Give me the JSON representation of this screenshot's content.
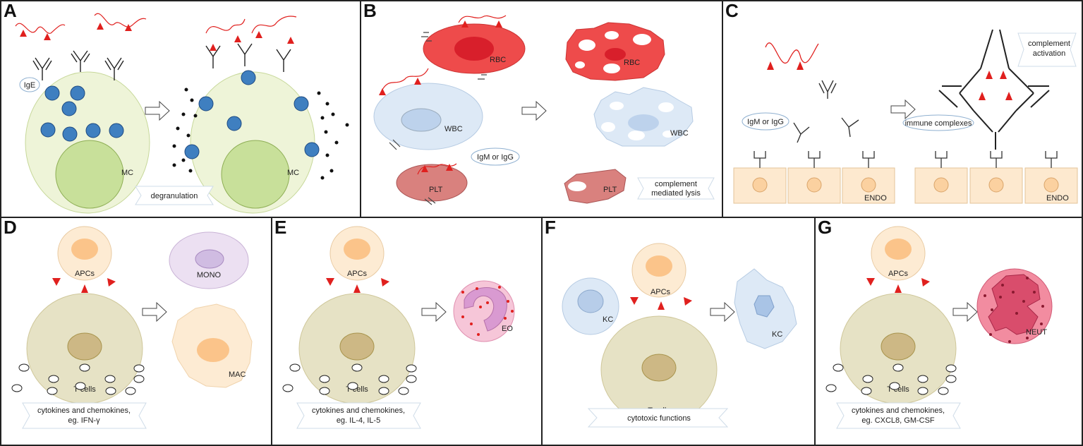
{
  "panels": {
    "A": {
      "letter": "A",
      "cell_label_left": "MC",
      "cell_label_right": "MC",
      "antibody_label": "IgE",
      "process_label": "degranulation"
    },
    "B": {
      "letter": "B",
      "rbc": "RBC",
      "rbc_after": "RBC",
      "wbc": "WBC",
      "wbc_after": "WBC",
      "plt": "PLT",
      "plt_after": "PLT",
      "antibody_label": "IgM or IgG",
      "process_label_1": "complement",
      "process_label_2": "mediated lysis"
    },
    "C": {
      "letter": "C",
      "antibody_label": "IgM or IgG",
      "complex_label": "immune complexes",
      "activation_1": "complement",
      "activation_2": "activation",
      "endo_left": "ENDO",
      "endo_right": "ENDO"
    },
    "D": {
      "letter": "D",
      "apc": "APCs",
      "tcell": "T cells",
      "mono": "MONO",
      "mac": "MAC",
      "footer_1": "cytokines and chemokines,",
      "footer_2": "eg. IFN-γ"
    },
    "E": {
      "letter": "E",
      "apc": "APCs",
      "tcell": "T cells",
      "eo": "EO",
      "footer_1": "cytokines and chemokines,",
      "footer_2": "eg. IL-4, IL-5"
    },
    "F": {
      "letter": "F",
      "apc": "APCs",
      "tcell": "T cells",
      "kc_left": "KC",
      "kc_right": "KC",
      "footer_1": "cytotoxic functions"
    },
    "G": {
      "letter": "G",
      "apc": "APCs",
      "tcell": "T cells",
      "neut": "NEUT",
      "footer_1": "cytokines and chemokines,",
      "footer_2": "eg. CXCL8, GM-CSF"
    }
  },
  "colors": {
    "mast_cell": "#eef4d8",
    "mast_nucleus": "#c8e09a",
    "granule": "#3f7fc0",
    "rbc": "#ee4b4b",
    "wbc": "#dde9f6",
    "plt": "#d9817e",
    "endo": "#fde9cf",
    "tcell": "#e6e2c5",
    "apc": "#fdebd3",
    "antigen": "#e0201e",
    "eo": "#f6c6d8",
    "neut": "#f28ca0",
    "mono": "#ece0f2",
    "kc": "#dde9f6"
  }
}
